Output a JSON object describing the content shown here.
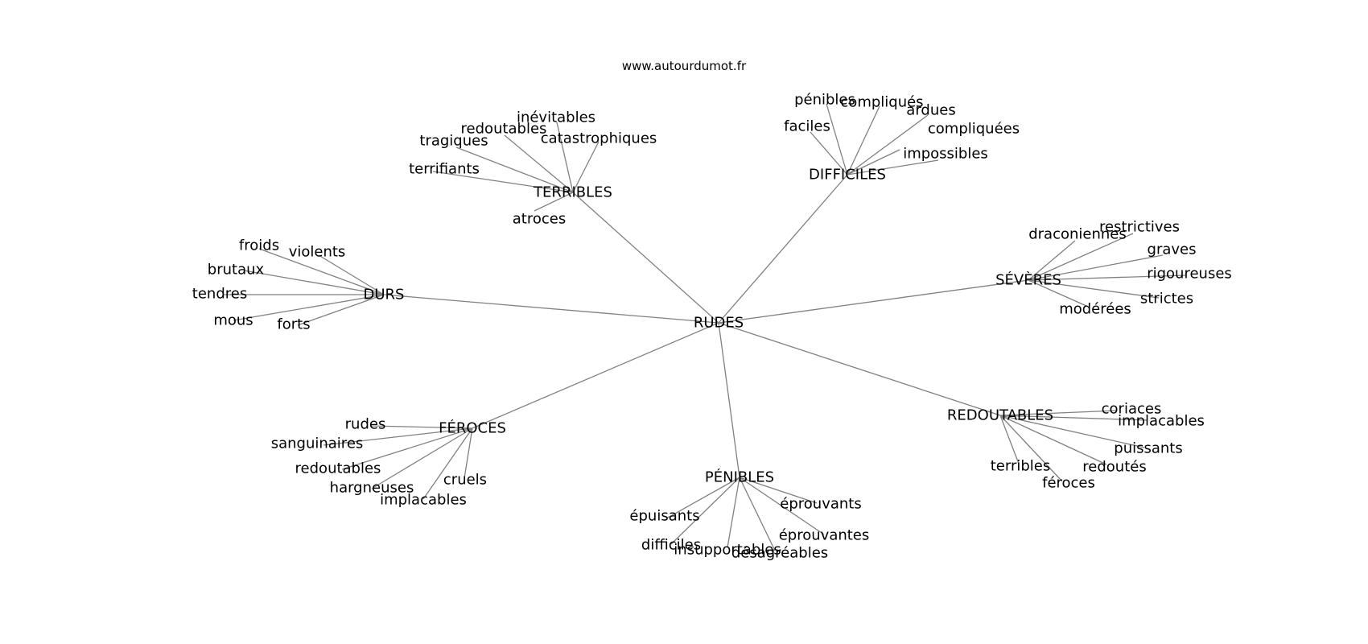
{
  "source_label": "www.autourdumot.fr",
  "line_color": "#808080",
  "root": {
    "id": "rudes",
    "label": "RUDES"
  },
  "groups": [
    {
      "id": "terribles",
      "label": "TERRIBLES",
      "words": [
        "inévitables",
        "redoutables",
        "catastrophiques",
        "tragiques",
        "terrifiants",
        "atroces"
      ]
    },
    {
      "id": "difficiles",
      "label": "DIFFICILES",
      "words": [
        "pénibles",
        "compliqués",
        "ardues",
        "faciles",
        "compliquées",
        "impossibles"
      ]
    },
    {
      "id": "durs",
      "label": "DURS",
      "words": [
        "froids",
        "violents",
        "brutaux",
        "tendres",
        "mous",
        "forts"
      ]
    },
    {
      "id": "severes",
      "label": "SÉVÈRES",
      "words": [
        "draconiennes",
        "restrictives",
        "graves",
        "rigoureuses",
        "strictes",
        "modérées"
      ]
    },
    {
      "id": "feroces",
      "label": "FÉROCES",
      "words": [
        "rudes",
        "sanguinaires",
        "redoutables",
        "hargneuses",
        "cruels",
        "implacables"
      ]
    },
    {
      "id": "redoutables",
      "label": "REDOUTABLES",
      "words": [
        "coriaces",
        "implacables",
        "puissants",
        "redoutés",
        "terribles",
        "féroces"
      ]
    },
    {
      "id": "penibles",
      "label": "PÉNIBLES",
      "words": [
        "éprouvants",
        "épuisants",
        "éprouvantes",
        "difficiles",
        "insupportables",
        "désagréables"
      ]
    }
  ]
}
